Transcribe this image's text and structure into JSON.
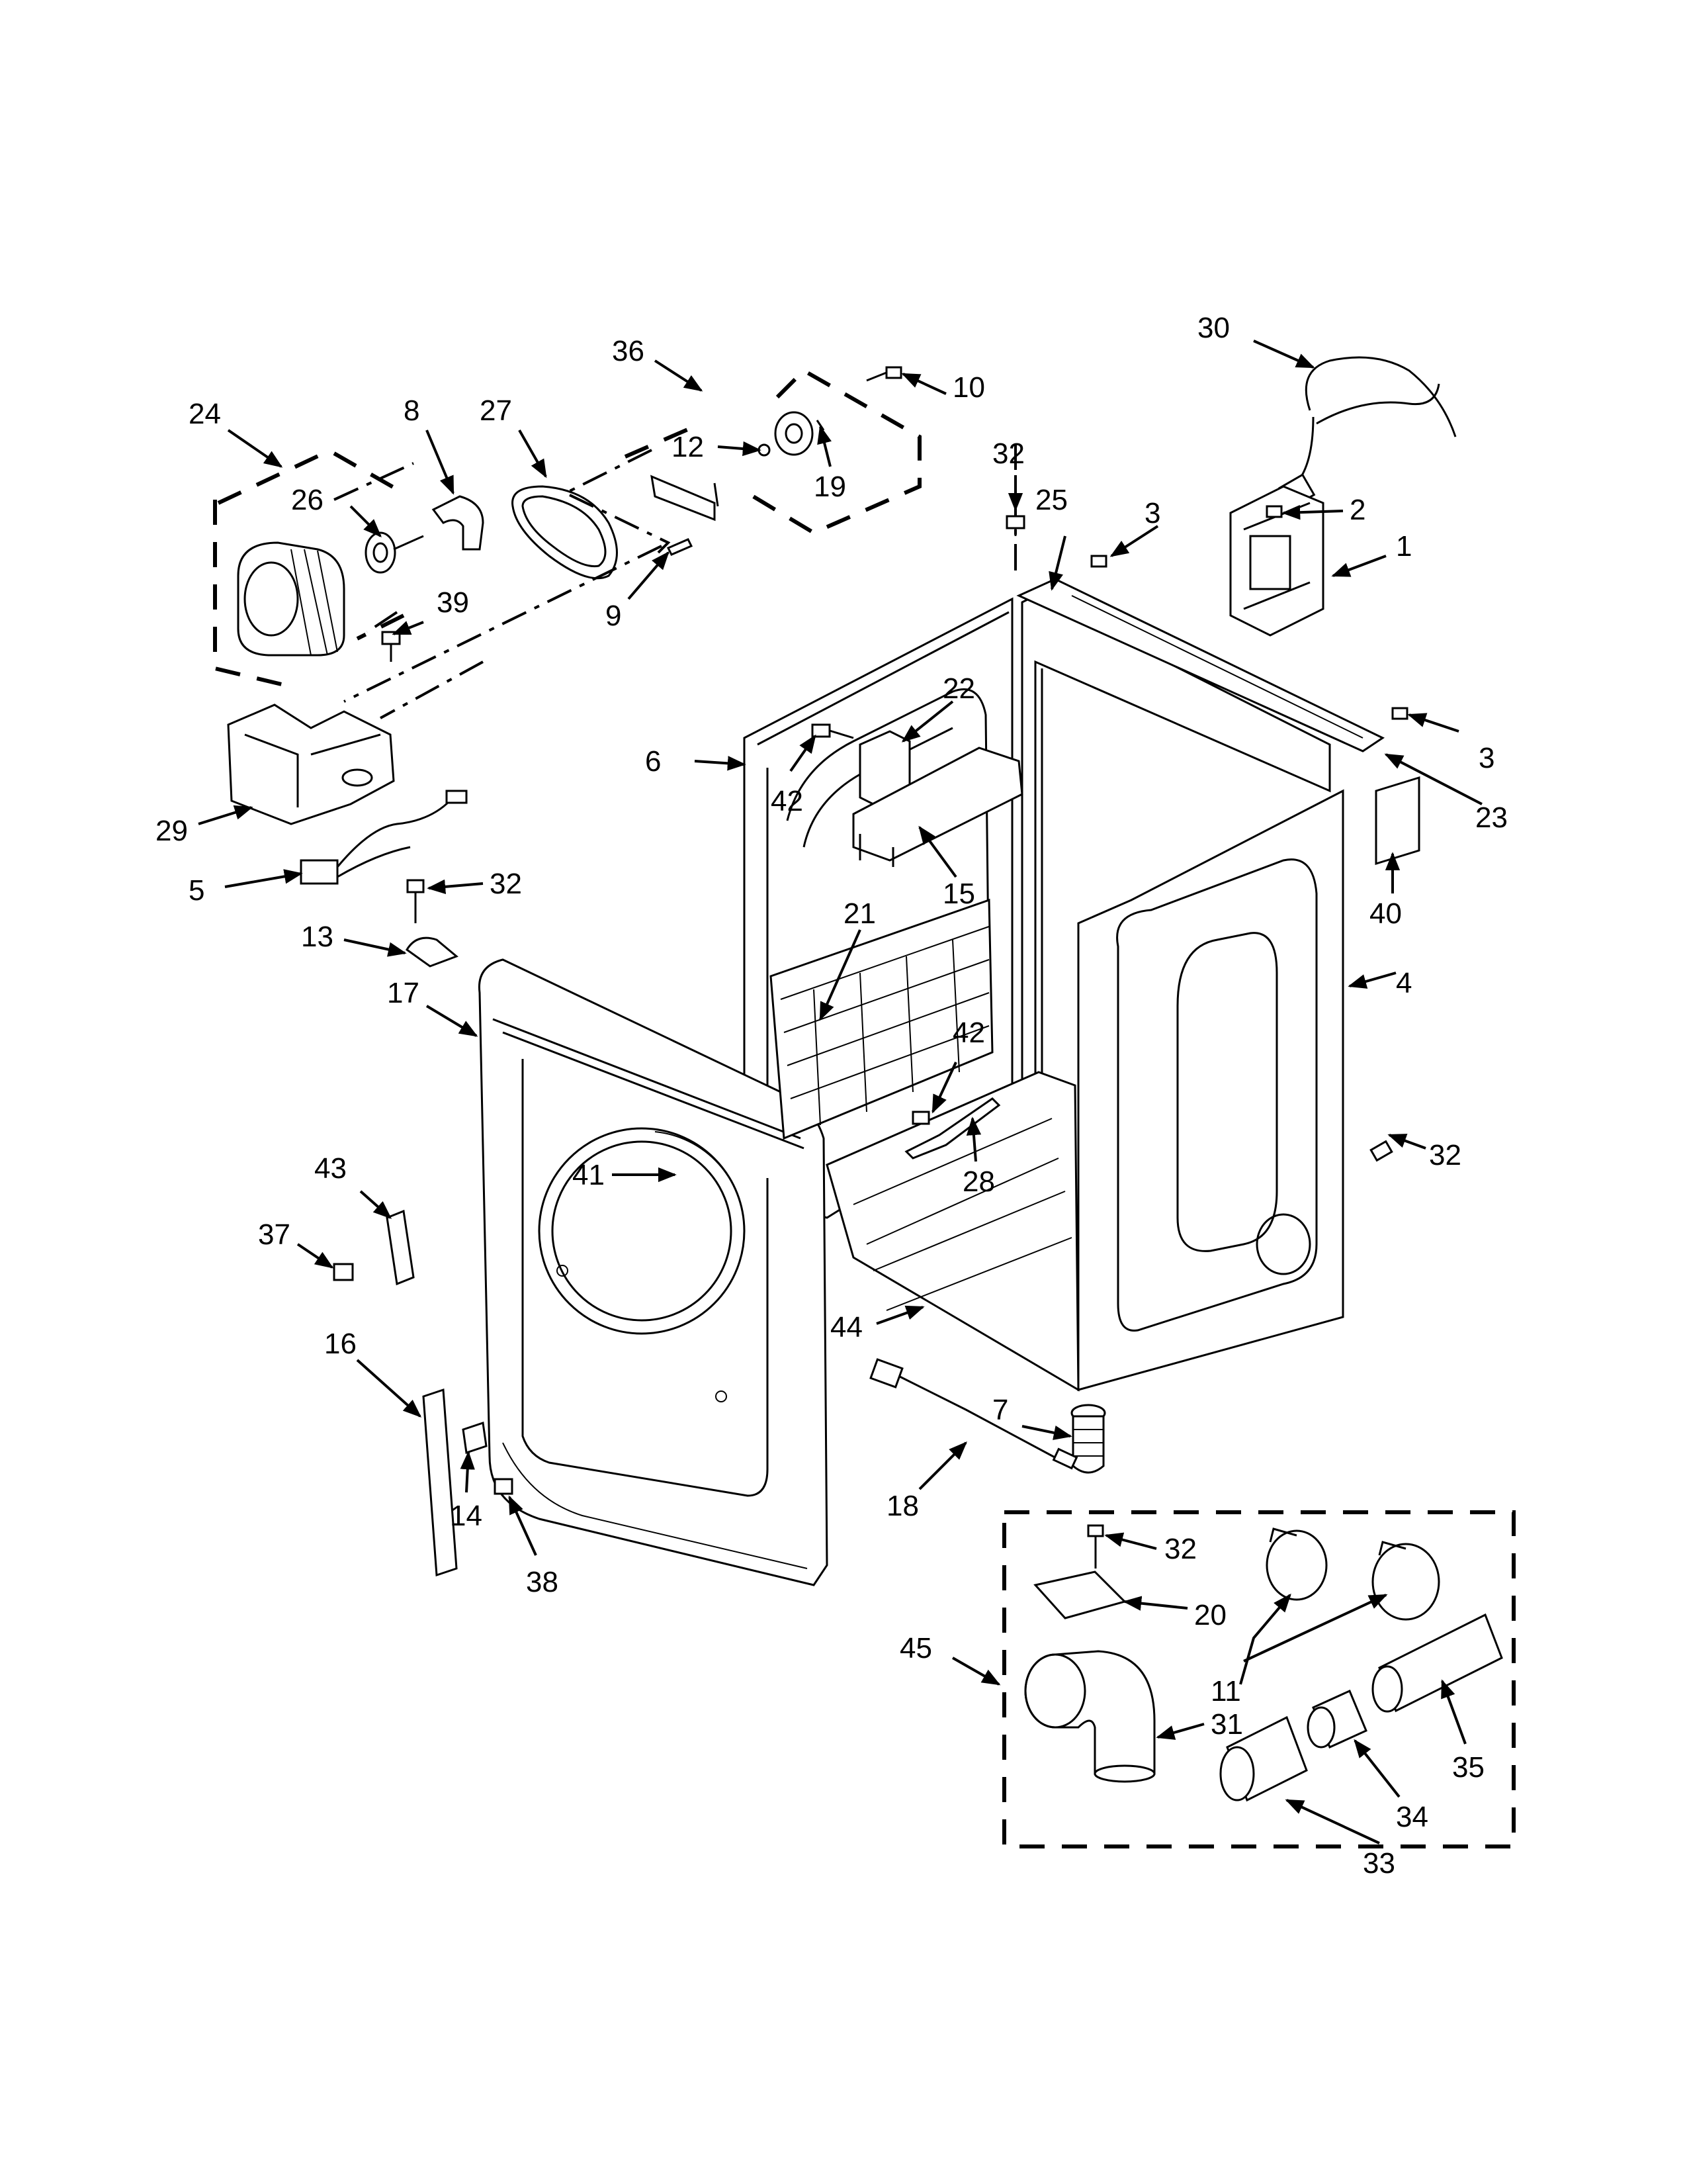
{
  "callouts": {
    "c1": "1",
    "c2": "2",
    "c3a": "3",
    "c3b": "3",
    "c4": "4",
    "c5": "5",
    "c6": "6",
    "c7": "7",
    "c8": "8",
    "c9": "9",
    "c10": "10",
    "c11": "11",
    "c12": "12",
    "c13": "13",
    "c14": "14",
    "c15": "15",
    "c16": "16",
    "c17": "17",
    "c18": "18",
    "c19": "19",
    "c20": "20",
    "c21": "21",
    "c22": "22",
    "c23": "23",
    "c24": "24",
    "c25": "25",
    "c26": "26",
    "c27": "27",
    "c28": "28",
    "c29": "29",
    "c30": "30",
    "c31": "31",
    "c32a": "32",
    "c32b": "32",
    "c32c": "32",
    "c32d": "32",
    "c33": "33",
    "c34": "34",
    "c35": "35",
    "c36": "36",
    "c37": "37",
    "c38": "38",
    "c39": "39",
    "c40": "40",
    "c41": "41",
    "c42a": "42",
    "c42b": "42",
    "c43": "43",
    "c44": "44",
    "c45": "45"
  },
  "icons": {
    "motor": "motor-icon",
    "power_cord": "power-cord-icon",
    "exhaust_elbow": "exhaust-elbow-icon",
    "leveling_foot": "leveling-foot-icon"
  }
}
